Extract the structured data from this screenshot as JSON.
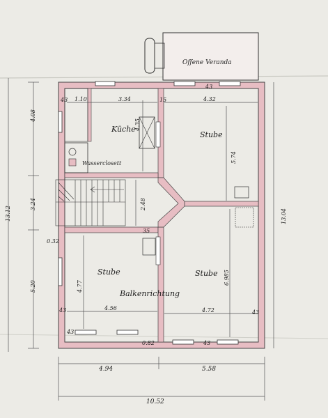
{
  "rooms": {
    "veranda": "Offene Veranda",
    "kitchen": "Küche",
    "closet": "Wasserclosett",
    "room_ne": "Stube",
    "room_sw": "Stube",
    "room_se": "Stube",
    "beam_note": "Balkenrichtung"
  },
  "dimensions": {
    "top_wall_left": "43",
    "top_small": "1.10",
    "top_kitchen": "3.34",
    "top_wall_mid": "15",
    "top_right": "4.32",
    "top_window": "43",
    "kitchen_depth": "4.35",
    "room_ne_depth": "5.74",
    "stair_depth": "2.48",
    "wall_mid": "35",
    "room_sw_depth": "4.77",
    "room_sw_width": "4.56",
    "room_se_depth": "6.985",
    "room_se_width": "4.72",
    "side_wall_left": "43",
    "side_wall_right": "43",
    "bottom_wall_left": "43",
    "bottom_window": "43",
    "bottom_wall_mid": "0.82",
    "left_408": "4.08",
    "left_324": "3.24",
    "left_032": "0.32",
    "left_520": "5.20",
    "left_total": "13.12",
    "right_total": "13.04",
    "bottom_left": "4.94",
    "bottom_right": "5.58",
    "bottom_total": "10.52"
  }
}
